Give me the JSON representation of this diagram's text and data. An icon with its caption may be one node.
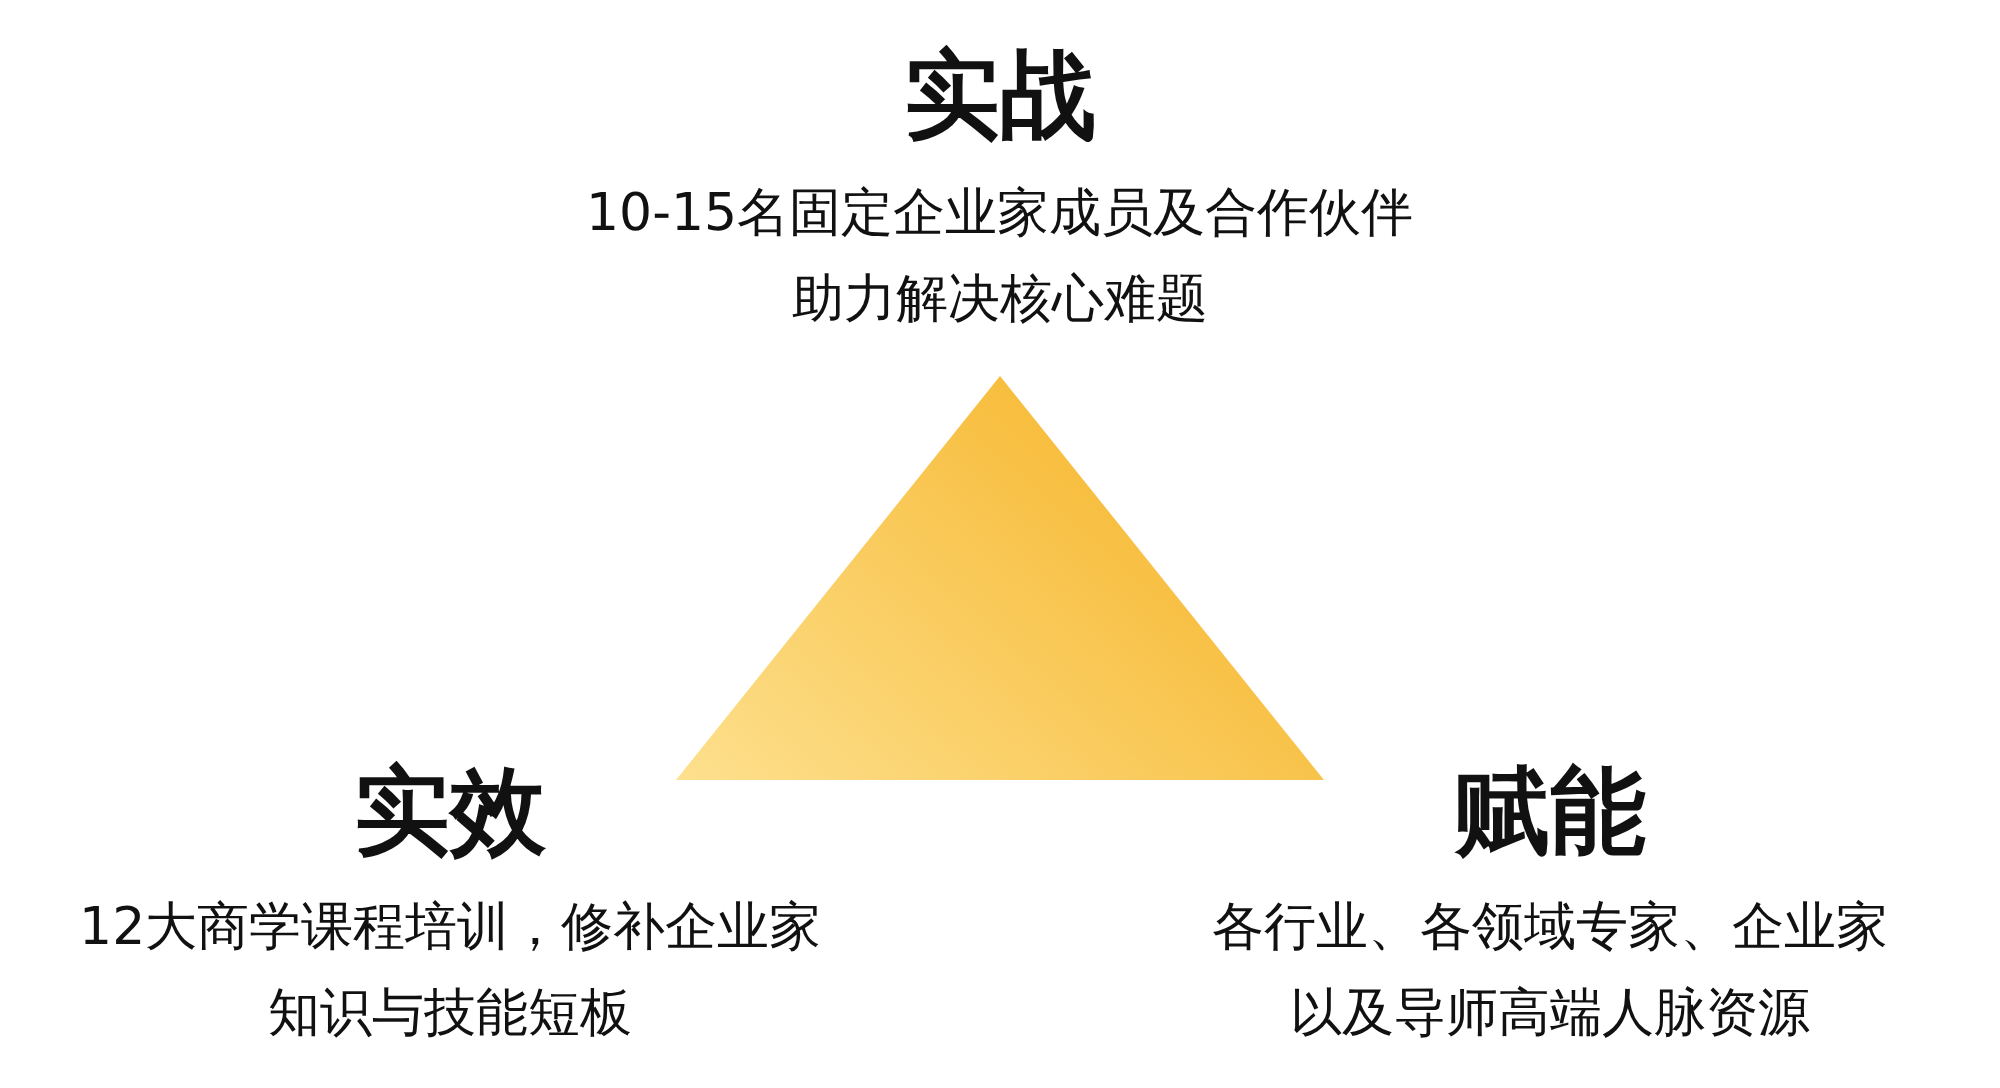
{
  "diagram": {
    "labels": [
      "实战",
      "10-15名固定企业家成员及合作伙伴助力解决核心难题",
      "实效",
      "12大商学课程培训，修补企业家知识与技能短板",
      "赋能",
      "各行业、各领域专家、企业家以及导师高端人脉资源"
    ]
  }
}
